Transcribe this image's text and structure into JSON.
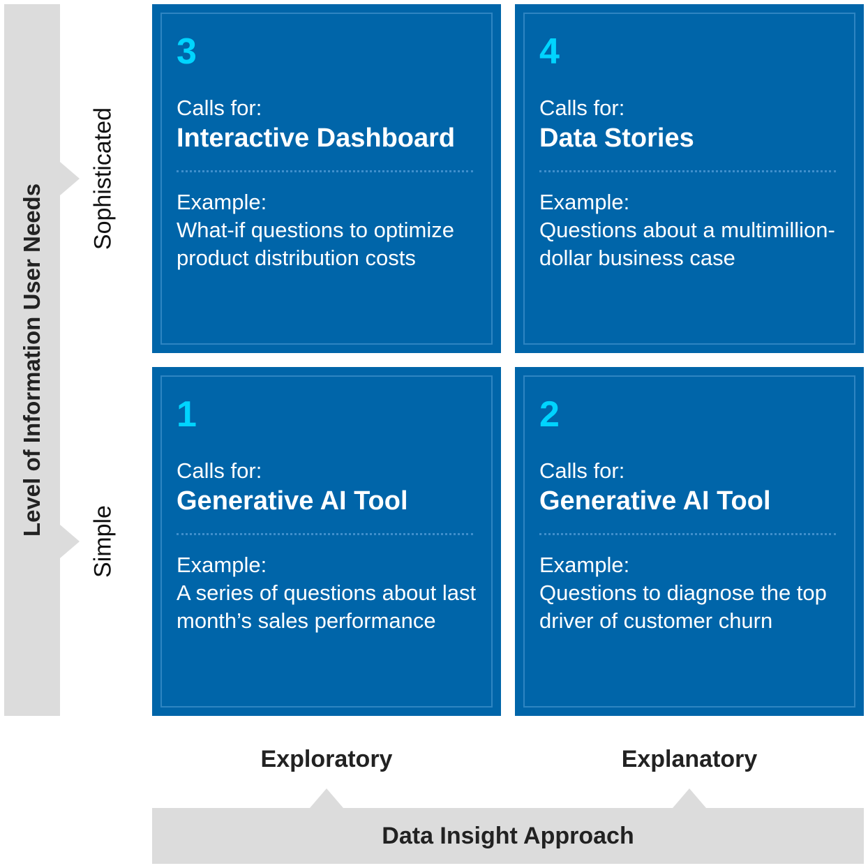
{
  "y_axis": {
    "title": "Level of Information User Needs",
    "levels": {
      "top": "Sophisticated",
      "bottom": "Simple"
    }
  },
  "x_axis": {
    "title": "Data Insight Approach",
    "categories": {
      "left": "Exploratory",
      "right": "Explanatory"
    }
  },
  "quadrants": {
    "q3": {
      "number": "3",
      "calls_label": "Calls for:",
      "calls_value": "Interactive Dashboard",
      "example_label": "Example:",
      "example_text": "What-if questions to optimize product distribution costs"
    },
    "q4": {
      "number": "4",
      "calls_label": "Calls for:",
      "calls_value": "Data Stories",
      "example_label": "Example:",
      "example_text": "Questions about a multimillion-dollar business case"
    },
    "q1": {
      "number": "1",
      "calls_label": "Calls for:",
      "calls_value": "Generative AI Tool",
      "example_label": "Example:",
      "example_text": "A series of questions about last month’s sales performance"
    },
    "q2": {
      "number": "2",
      "calls_label": "Calls for:",
      "calls_value": "Generative AI Tool",
      "example_label": "Example:",
      "example_text": "Questions to diagnose the top driver of customer churn"
    }
  },
  "colors": {
    "card_background": "#0065a9",
    "number_accent": "#00d4ff",
    "axis_band": "#dcdcdc"
  }
}
